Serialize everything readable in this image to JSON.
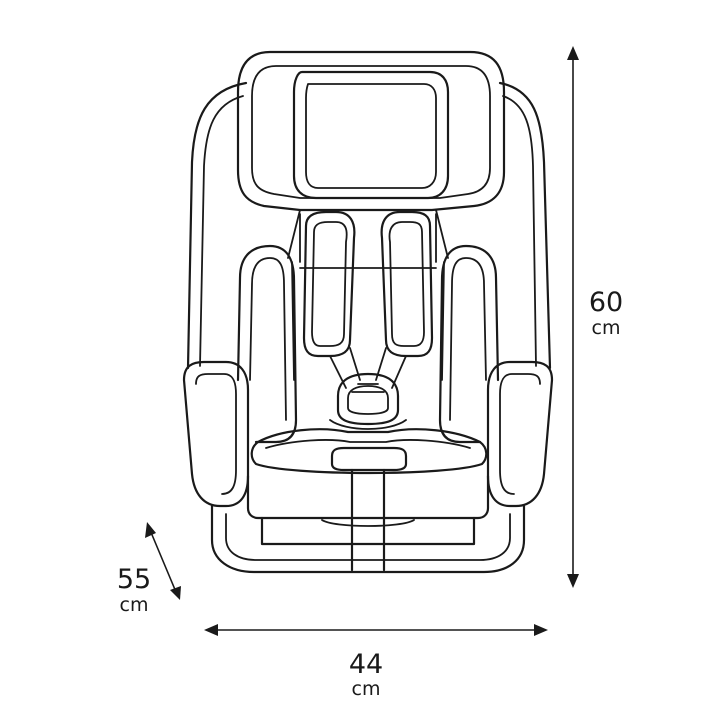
{
  "diagram": {
    "subject": "car seat",
    "colors": {
      "line": "#1a1a1a",
      "background": "#ffffff"
    }
  },
  "dimensions": {
    "height": {
      "value": "60",
      "unit": "cm"
    },
    "width": {
      "value": "44",
      "unit": "cm"
    },
    "depth": {
      "value": "55",
      "unit": "cm"
    }
  }
}
